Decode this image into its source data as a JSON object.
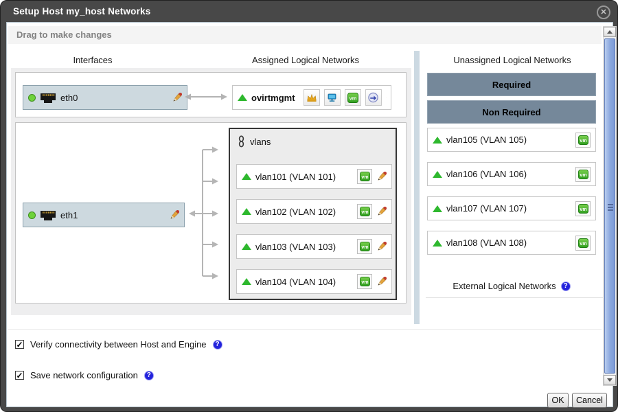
{
  "dialog": {
    "title": "Setup Host my_host Networks",
    "subtitle": "Drag to make changes"
  },
  "glyphs": {
    "close": "✕",
    "question": "?",
    "check": "✓"
  },
  "columns": {
    "interfaces": "Interfaces",
    "assigned": "Assigned Logical Networks",
    "unassigned": "Unassigned Logical Networks"
  },
  "interfaces": {
    "eth0": {
      "label": "eth0"
    },
    "eth1": {
      "label": "eth1"
    }
  },
  "assigned": {
    "management": {
      "label": "ovirtmgmt",
      "icons": [
        "management-crown",
        "display-monitor",
        "vm-network",
        "migration-network"
      ]
    },
    "bond_group_label": "vlans",
    "vlans": [
      {
        "label": "vlan101 (VLAN 101)"
      },
      {
        "label": "vlan102 (VLAN 102)"
      },
      {
        "label": "vlan103 (VLAN 103)"
      },
      {
        "label": "vlan104 (VLAN 104)"
      }
    ]
  },
  "unassigned": {
    "required_label": "Required",
    "non_required_label": "Non Required",
    "networks": [
      {
        "label": "vlan105 (VLAN 105)"
      },
      {
        "label": "vlan106 (VLAN 106)"
      },
      {
        "label": "vlan107 (VLAN 107)"
      },
      {
        "label": "vlan108 (VLAN 108)"
      }
    ],
    "external_label": "External Logical Networks"
  },
  "options": [
    {
      "label": "Verify connectivity between Host and Engine",
      "checked": true
    },
    {
      "label": "Save network configuration",
      "checked": true
    }
  ],
  "buttons": {
    "ok": "OK",
    "cancel": "Cancel"
  },
  "colors": {
    "accent_green": "#2eb82e",
    "slate_header": "#75889a",
    "interface_row_bg": "#cdd9df",
    "scroll_thumb": "#8aa7de",
    "frame": "#484848"
  }
}
